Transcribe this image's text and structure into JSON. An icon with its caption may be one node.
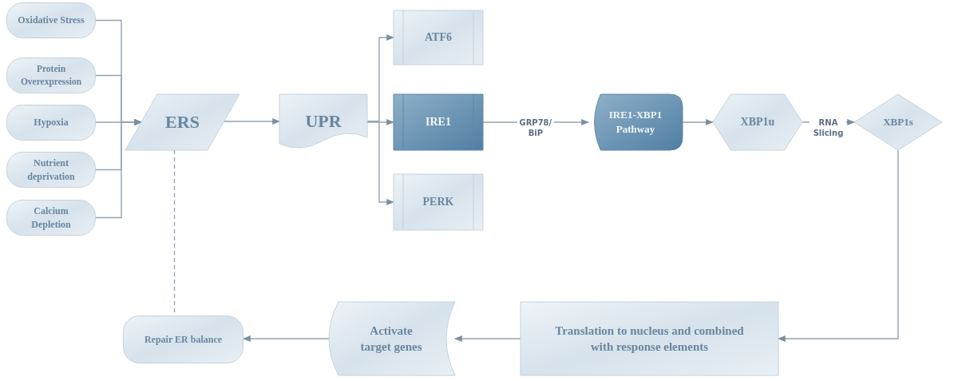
{
  "diagram": {
    "nodes": [
      {
        "text": [
          "Oxidative Stress"
        ]
      },
      {
        "text": [
          "Protein Overexpression"
        ]
      },
      {
        "text": [
          "Hypoxia"
        ]
      },
      {
        "text": [
          "Nutrient deprivation"
        ]
      },
      {
        "text": [
          "Calcium Depletion"
        ]
      },
      {
        "text": [
          "ERS"
        ]
      },
      {
        "text": [
          "UPR"
        ]
      },
      {
        "text": [
          "ATF6"
        ]
      },
      {
        "text": [
          "IRE1"
        ]
      },
      {
        "text": [
          "PERK"
        ]
      },
      {
        "text": [
          "IRE1-XBP1 Pathway"
        ]
      },
      {
        "text": [
          "XBP1u"
        ]
      },
      {
        "text": [
          "XBP1s"
        ]
      },
      {
        "text": [
          "Translation to nucleus and combined with response elements"
        ]
      },
      {
        "text": [
          "Activate target genes"
        ]
      },
      {
        "text": [
          "Repair ER balance"
        ]
      }
    ],
    "edges": [
      {
        "from": 0,
        "to": 5,
        "arrow": "to"
      },
      {
        "from": 1,
        "to": 5,
        "arrow": "to"
      },
      {
        "from": 2,
        "to": 5,
        "arrow": "to"
      },
      {
        "from": 3,
        "to": 5,
        "arrow": "to"
      },
      {
        "from": 4,
        "to": 5,
        "arrow": "to"
      },
      {
        "from": 5,
        "to": 6,
        "arrow": "to"
      },
      {
        "from": 6,
        "to": 7,
        "arrow": "to"
      },
      {
        "from": 6,
        "to": 8,
        "arrow": "to"
      },
      {
        "from": 6,
        "to": 9,
        "arrow": "to"
      },
      {
        "from": 8,
        "to": 10,
        "arrow": "to",
        "label": "GRP78/ BiP"
      },
      {
        "from": 10,
        "to": 11,
        "arrow": "to"
      },
      {
        "from": 11,
        "to": 12,
        "arrow": "to",
        "label": "RNA Slicing"
      },
      {
        "from": 12,
        "to": 13,
        "arrow": "to"
      },
      {
        "from": 13,
        "to": 14,
        "arrow": "to"
      },
      {
        "from": 14,
        "to": 15,
        "arrow": "to"
      },
      {
        "from": 5,
        "to": 15,
        "arrow": "none",
        "style": "dashed"
      }
    ]
  }
}
